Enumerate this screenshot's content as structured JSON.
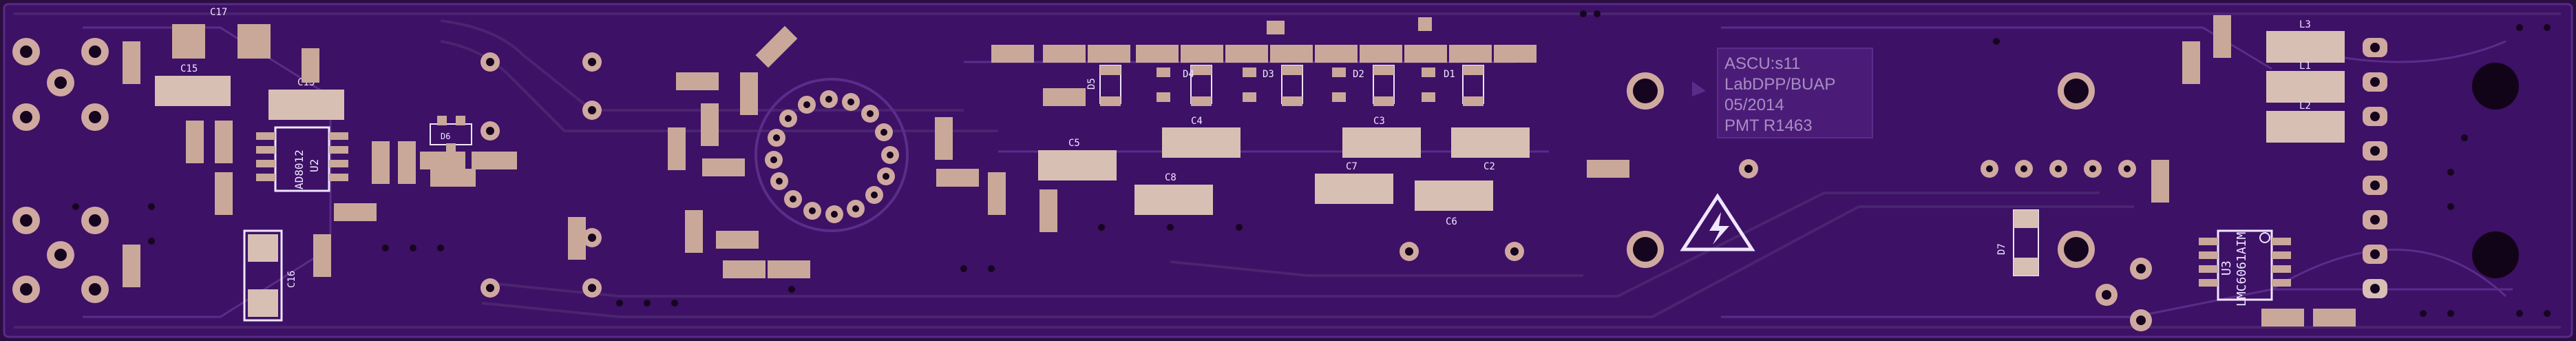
{
  "board": {
    "colors": {
      "substrate": "#3d1166",
      "copper": "#c9a89a",
      "silk": "#f0e6ff",
      "trace": "#4a2470",
      "hole": "#16051f"
    },
    "title_block": {
      "line1": "ASCU:s11",
      "line2": "LabDPP/BUAP",
      "line3": "05/2014",
      "line4": "PMT R1463"
    },
    "components": [
      {
        "ref": "C17"
      },
      {
        "ref": "C15"
      },
      {
        "ref": "C13"
      },
      {
        "ref": "C16"
      },
      {
        "ref": "AD8012"
      },
      {
        "ref": "U2"
      },
      {
        "ref": "D6"
      },
      {
        "ref": "C5"
      },
      {
        "ref": "C4"
      },
      {
        "ref": "C3"
      },
      {
        "ref": "C2"
      },
      {
        "ref": "C7"
      },
      {
        "ref": "C8"
      },
      {
        "ref": "C6"
      },
      {
        "ref": "D5"
      },
      {
        "ref": "D4"
      },
      {
        "ref": "D3"
      },
      {
        "ref": "D2"
      },
      {
        "ref": "D1"
      },
      {
        "ref": "L3"
      },
      {
        "ref": "L1"
      },
      {
        "ref": "L2"
      },
      {
        "ref": "D7"
      },
      {
        "ref": "LMC6061AIM"
      },
      {
        "ref": "U3"
      }
    ]
  }
}
